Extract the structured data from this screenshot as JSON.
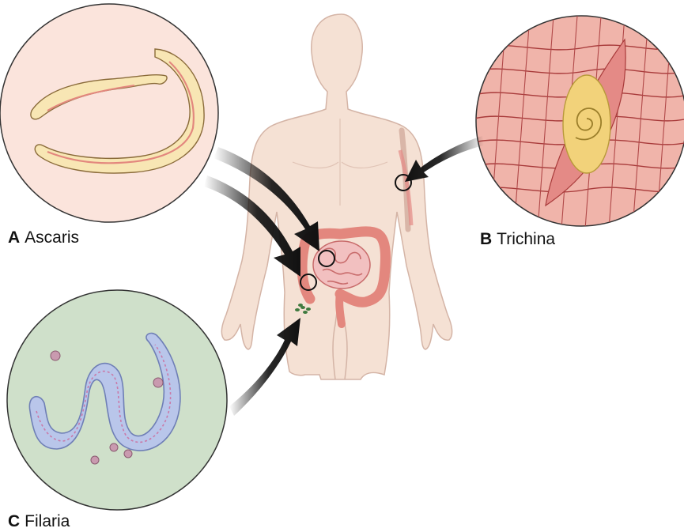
{
  "panels": [
    {
      "letter": "A",
      "name": "Ascaris"
    },
    {
      "letter": "B",
      "name": "Trichina"
    },
    {
      "letter": "C",
      "name": "Filaria"
    }
  ],
  "colors": {
    "skin": "#f5e1d4",
    "skin_outline": "#c9a89a",
    "intestine": "#e3877e",
    "ascaris_bg": "#fbe4dc",
    "worm_body": "#f8e6b4",
    "trichina_muscle": "#e48a86",
    "cyst": "#f2d27a",
    "filaria_bg": "#cfe0ca",
    "filaria_worm": "#b9c6ea",
    "arrow": "#111111"
  },
  "icons": [
    "body-figure",
    "magnified-circle",
    "pointer-arrow"
  ]
}
